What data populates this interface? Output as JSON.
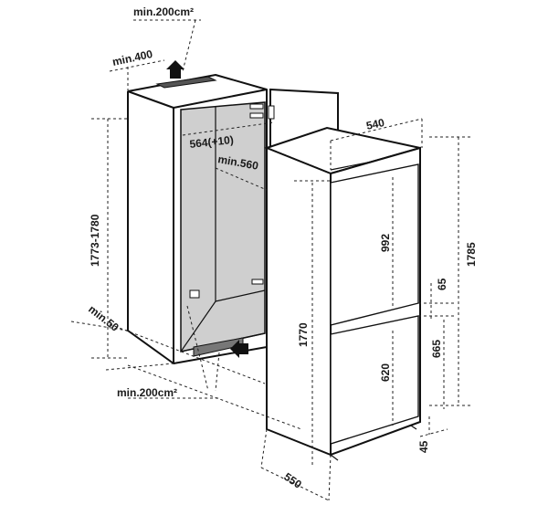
{
  "labels": {
    "vent_top_area": "min.200cm²",
    "vent_top_depth": "min.400",
    "niche_height": "1773-1780",
    "niche_width": "564(+10)",
    "niche_min_width": "min.560",
    "niche_min_depth": "min.50",
    "vent_bottom_area": "min.200cm²",
    "fridge_width": "540",
    "fridge_depth": "550",
    "fridge_body_height": "1770",
    "fridge_total_height": "1785",
    "upper_door_height": "992",
    "lower_door_height": "620",
    "gap_between_doors": "65",
    "lower_section_height": "665",
    "foot_height": "45"
  },
  "colors": {
    "niche_interior": "#cfcfcf",
    "line": "#111111"
  }
}
